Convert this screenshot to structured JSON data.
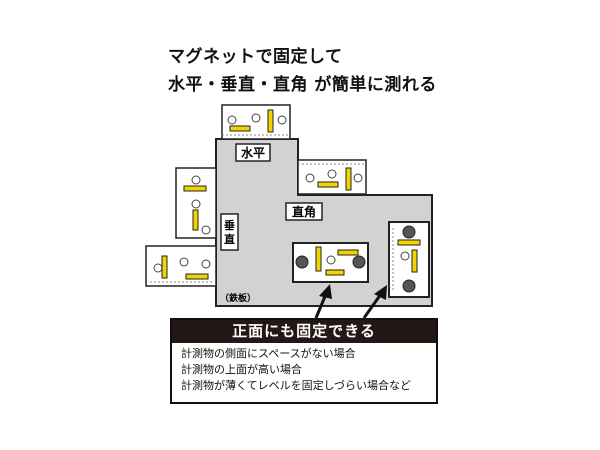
{
  "headline": {
    "line1": "マグネットで固定して",
    "line2": "水平・垂直・直角 が簡単に測れる"
  },
  "labels": {
    "horizontal": "水平",
    "vertical": "垂直",
    "right_angle": "直角",
    "iron_plate": "（鉄板）"
  },
  "note": {
    "heading": "正面にも固定できる",
    "items": [
      "計測物の側面にスペースがない場合",
      "計測物の上面が高い場合",
      "計測物が薄くてレベルを固定しづらい場合など"
    ]
  },
  "colors": {
    "plate": "#d2d2d2",
    "bubble_vial": "#f2d400",
    "heading_bg": "#231815"
  }
}
